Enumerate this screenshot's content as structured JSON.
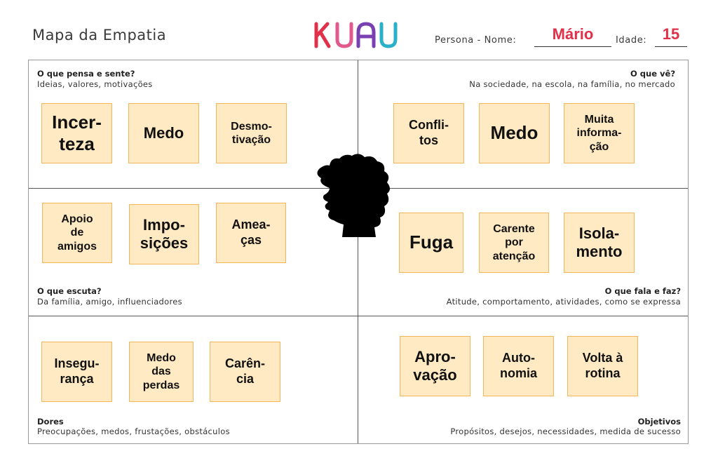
{
  "header": {
    "title": "Mapa da Empatia",
    "logo_text": "KUAU",
    "persona_label": "Persona - Nome:",
    "name": "Mário",
    "age_label": "Idade:",
    "age": "15"
  },
  "colors": {
    "note_fill": "#ffeac4",
    "note_border": "#f2b55a",
    "handwriting": "#e0304a",
    "logo_k": "#e0304a",
    "logo_u1": "#e05a8c",
    "logo_a": "#7a3fb0",
    "logo_u2": "#2ab0c8"
  },
  "quadrants": {
    "pensa": {
      "title": "O que pensa e sente?",
      "subtitle": "Ideias, valores, motivações",
      "notes": [
        "Incer-\nteza",
        "Medo",
        "Desmo-\ntivação"
      ]
    },
    "ve": {
      "title": "O que vê?",
      "subtitle": "Na sociedade, na escola, na família, no mercado",
      "notes": [
        "Confli-\ntos",
        "Medo",
        "Muita\ninforma-\nção"
      ]
    },
    "escuta": {
      "title": "O que escuta?",
      "subtitle": "Da família, amigo, influenciadores",
      "notes": [
        "Apoio\nde\namigos",
        "Impo-\nsições",
        "Amea-\nças"
      ]
    },
    "fala": {
      "title": "O que fala e faz?",
      "subtitle": "Atitude, comportamento, atividades, como se expressa",
      "notes": [
        "Fuga",
        "Carente\npor\natenção",
        "Isola-\nmento"
      ]
    },
    "dores": {
      "title": "Dores",
      "subtitle": "Preocupações, medos, frustações, obstáculos",
      "notes": [
        "Insegu-\nrança",
        "Medo\ndas\nperdas",
        "Carên-\ncia"
      ]
    },
    "objetivos": {
      "title": "Objetivos",
      "subtitle": "Propósitos, desejos, necessidades, medida de sucesso",
      "notes": [
        "Apro-\nvação",
        "Auto-\nnomia",
        "Volta à\nrotina"
      ]
    }
  }
}
